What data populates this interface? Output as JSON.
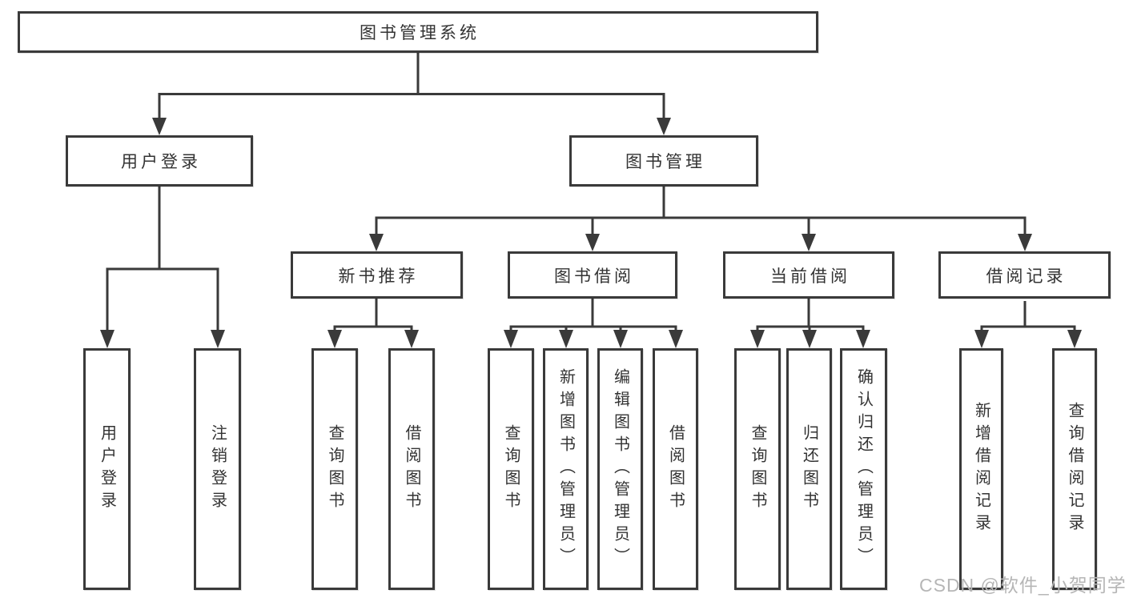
{
  "diagram": {
    "root": "图书管理系统",
    "level2": [
      "用户登录",
      "图书管理"
    ],
    "level3": [
      "新书推荐",
      "图书借阅",
      "当前借阅",
      "借阅记录"
    ],
    "leaves": {
      "user": [
        "用户登录",
        "注销登录"
      ],
      "newbook": [
        "查询图书",
        "借阅图书"
      ],
      "borrow": [
        "查询图书",
        "新增图书（管理员）",
        "编辑图书（管理员）",
        "借阅图书"
      ],
      "current": [
        "查询图书",
        "归还图书",
        "确认归还（管理员）"
      ],
      "records": [
        "新增借阅记录",
        "查询借阅记录"
      ]
    }
  },
  "watermark": {
    "text": "CSDN @软件_小贺同学"
  },
  "colors": {
    "line": "#3a3a3a",
    "text": "#333333",
    "background": "#ffffff",
    "watermark": "#b6b6b6"
  }
}
